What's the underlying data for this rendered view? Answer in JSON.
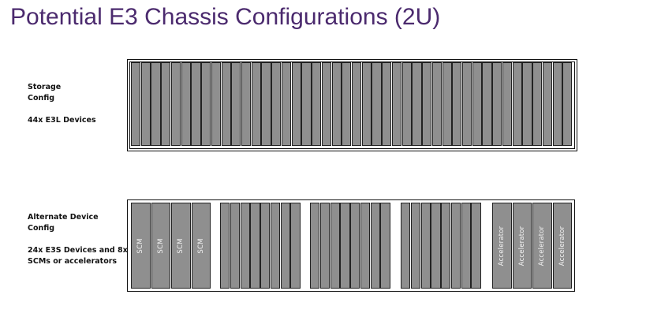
{
  "title": "Potential E3 Chassis Configurations (2U)",
  "colors": {
    "title": "#4b2a6e",
    "slot_fill": "#8f8f8f",
    "slot_border": "#222222",
    "slot_text": "#f2f2f2",
    "chassis_border": "#111111"
  },
  "storage_config": {
    "label_line1": "Storage",
    "label_line2": "Config",
    "description": "44x E3L Devices",
    "device_count": 44
  },
  "alternate_config": {
    "label_line1": "Alternate Device",
    "label_line2": "Config",
    "description_line1": "24x E3S Devices and 8x",
    "description_line2": "SCMs or accelerators",
    "groups": [
      {
        "type": "scm",
        "labels": [
          "SCM",
          "SCM",
          "SCM",
          "SCM"
        ]
      },
      {
        "type": "e3s",
        "count": 8
      },
      {
        "type": "e3s",
        "count": 8
      },
      {
        "type": "e3s",
        "count": 8
      },
      {
        "type": "accelerator",
        "labels": [
          "Accelerator",
          "Accelerator",
          "Accelerator",
          "Accelerator"
        ]
      }
    ]
  }
}
